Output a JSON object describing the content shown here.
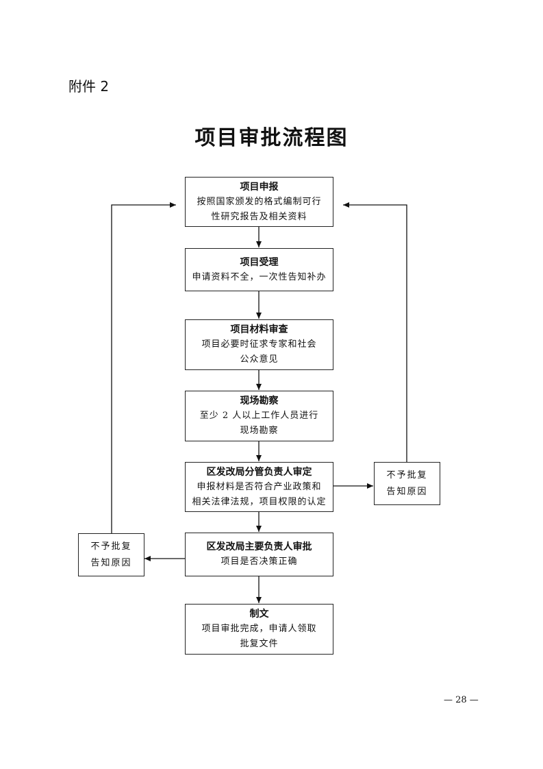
{
  "attachment_label": "附件 2",
  "title": "项目审批流程图",
  "steps": [
    {
      "heading": "项目申报",
      "lines": [
        "按照国家颁发的格式编制可行",
        "性研究报告及相关资料"
      ]
    },
    {
      "heading": "项目受理",
      "lines": [
        "申请资料不全，一次性告知补办"
      ]
    },
    {
      "heading": "项目材料审查",
      "lines": [
        "项目必要时征求专家和社会",
        "公众意见"
      ]
    },
    {
      "heading": "现场勘察",
      "lines": [
        "至少 2 人以上工作人员进行",
        "现场勘察"
      ]
    },
    {
      "heading": "区发改局分管负责人审定",
      "lines": [
        "申报材料是否符合产业政策和",
        "相关法律法规，项目权限的认定"
      ]
    },
    {
      "heading": "区发改局主要负责人审批",
      "lines": [
        "项目是否决策正确"
      ]
    },
    {
      "heading": "制文",
      "lines": [
        "项目审批完成，申请人领取",
        "批复文件"
      ]
    }
  ],
  "reject_right": {
    "lines": [
      "不予批复",
      "告知原因"
    ]
  },
  "reject_left": {
    "lines": [
      "不予批复",
      "告知原因"
    ]
  },
  "page_number": "— 28 —"
}
